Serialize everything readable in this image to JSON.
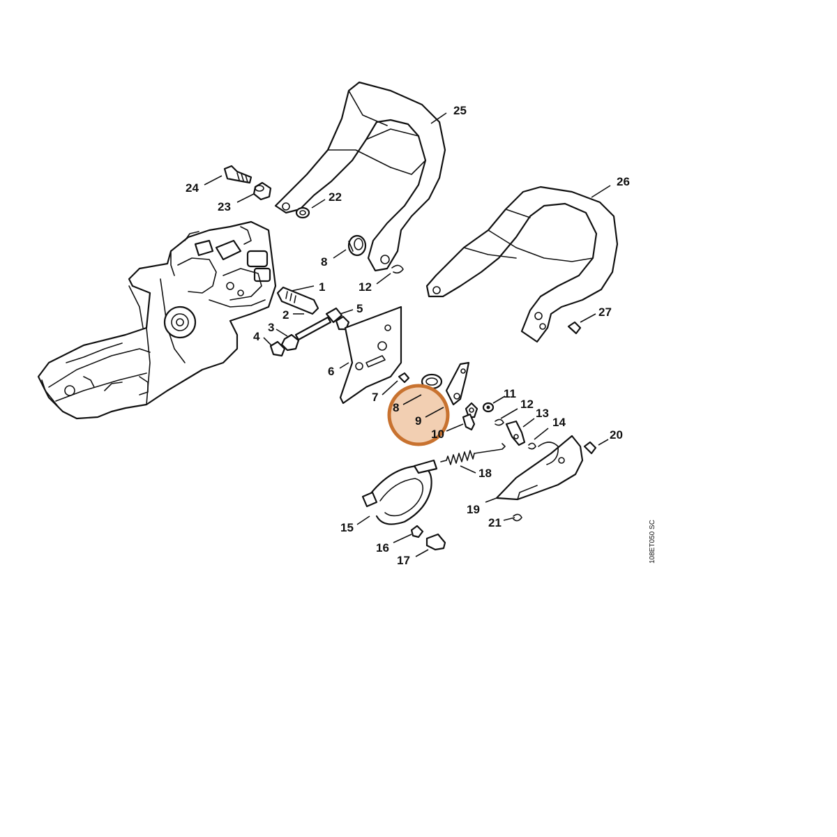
{
  "diagram": {
    "reference_code": "108ET050 SC",
    "highlight_color": "#c8722f",
    "highlight_fill": "#f0c7a4",
    "callouts": {
      "c1": "1",
      "c2": "2",
      "c3": "3",
      "c4": "4",
      "c5": "5",
      "c6": "6",
      "c7": "7",
      "c8a": "8",
      "c8b": "8",
      "c9": "9",
      "c10": "10",
      "c11": "11",
      "c12a": "12",
      "c12b": "12",
      "c13": "13",
      "c14": "14",
      "c15": "15",
      "c16": "16",
      "c17": "17",
      "c18": "18",
      "c19": "19",
      "c20": "20",
      "c21": "21",
      "c22": "22",
      "c23": "23",
      "c24": "24",
      "c25": "25",
      "c26": "26",
      "c27": "27"
    }
  }
}
